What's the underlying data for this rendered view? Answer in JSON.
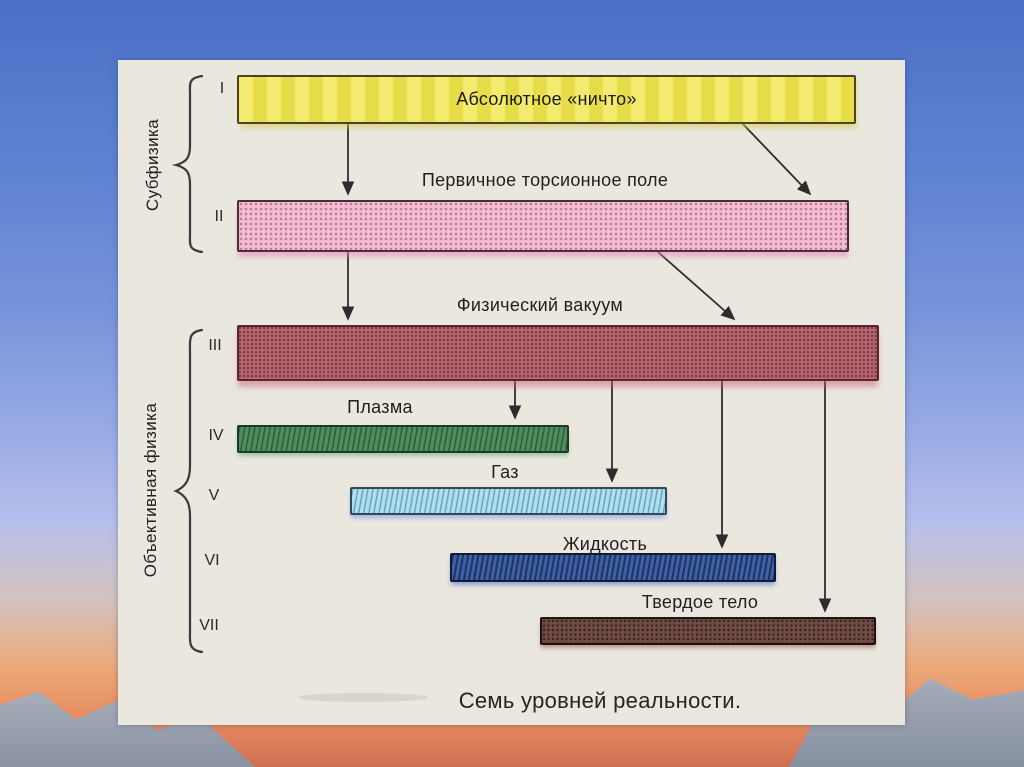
{
  "slide": {
    "caption": "Семь уровней реальности."
  },
  "groups": [
    {
      "label": "Субфизика"
    },
    {
      "label": "Объективная физика"
    }
  ],
  "levels": [
    {
      "numeral": "I",
      "label": "Абсолютное «ничто»",
      "color": "#efe64b"
    },
    {
      "numeral": "II",
      "label": "Первичное торсионное поле",
      "color": "#f2bdd1"
    },
    {
      "numeral": "III",
      "label": "Физический вакуум",
      "color": "#b2616b"
    },
    {
      "numeral": "IV",
      "label": "Плазма",
      "color": "#4f8d5c"
    },
    {
      "numeral": "V",
      "label": "Газ",
      "color": "#aedff0"
    },
    {
      "numeral": "VI",
      "label": "Жидкость",
      "color": "#3e60a4"
    },
    {
      "numeral": "VII",
      "label": "Твердое тело",
      "color": "#6e4b43"
    }
  ],
  "arrows": [
    {
      "from": "I",
      "to": "II"
    },
    {
      "from": "II",
      "to": "III"
    },
    {
      "from": "I",
      "to": "II"
    },
    {
      "from": "II",
      "to": "III"
    },
    {
      "from": "III",
      "to": "IV"
    },
    {
      "from": "III",
      "to": "V"
    },
    {
      "from": "III",
      "to": "VI"
    },
    {
      "from": "III",
      "to": "VII"
    }
  ]
}
